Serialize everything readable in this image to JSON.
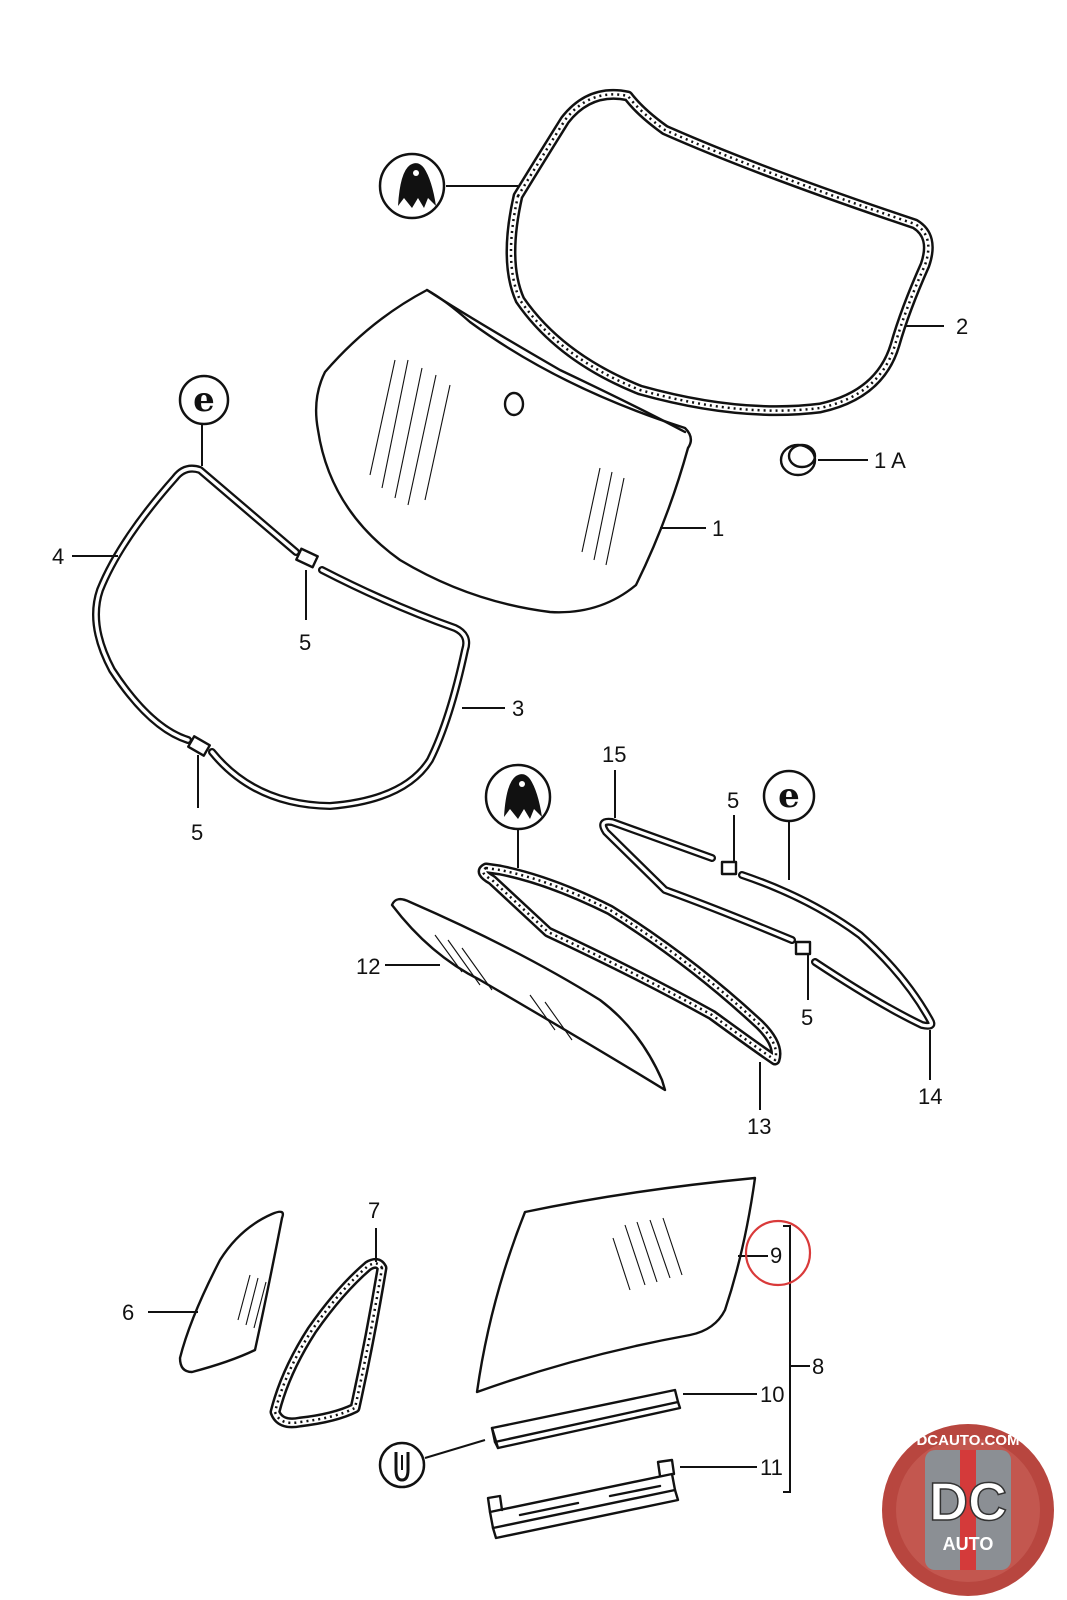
{
  "labels": {
    "p1": "1",
    "p1a": "1 A",
    "p2": "2",
    "p3": "3",
    "p4": "4",
    "p5a": "5",
    "p5b": "5",
    "p5c": "5",
    "p5d": "5",
    "p6": "6",
    "p7": "7",
    "p8": "8",
    "p9": "9",
    "p10": "10",
    "p11": "11",
    "p12": "12",
    "p13": "13",
    "p14": "14",
    "p15": "15"
  },
  "symbols": {
    "sealant_icon": "sealant-tube-icon",
    "grommet_icon": "e-clip-icon",
    "thread_icon": "thread-lock-icon",
    "clip_glyph": "e"
  },
  "highlight": {
    "part": "9",
    "color": "#d93a3a"
  },
  "watermark": {
    "top_text": "DCAUTO.COM",
    "big_text": "DC",
    "bottom_text": "AUTO",
    "ring_color": "#b8463f",
    "shield_color": "#8b8f94"
  }
}
